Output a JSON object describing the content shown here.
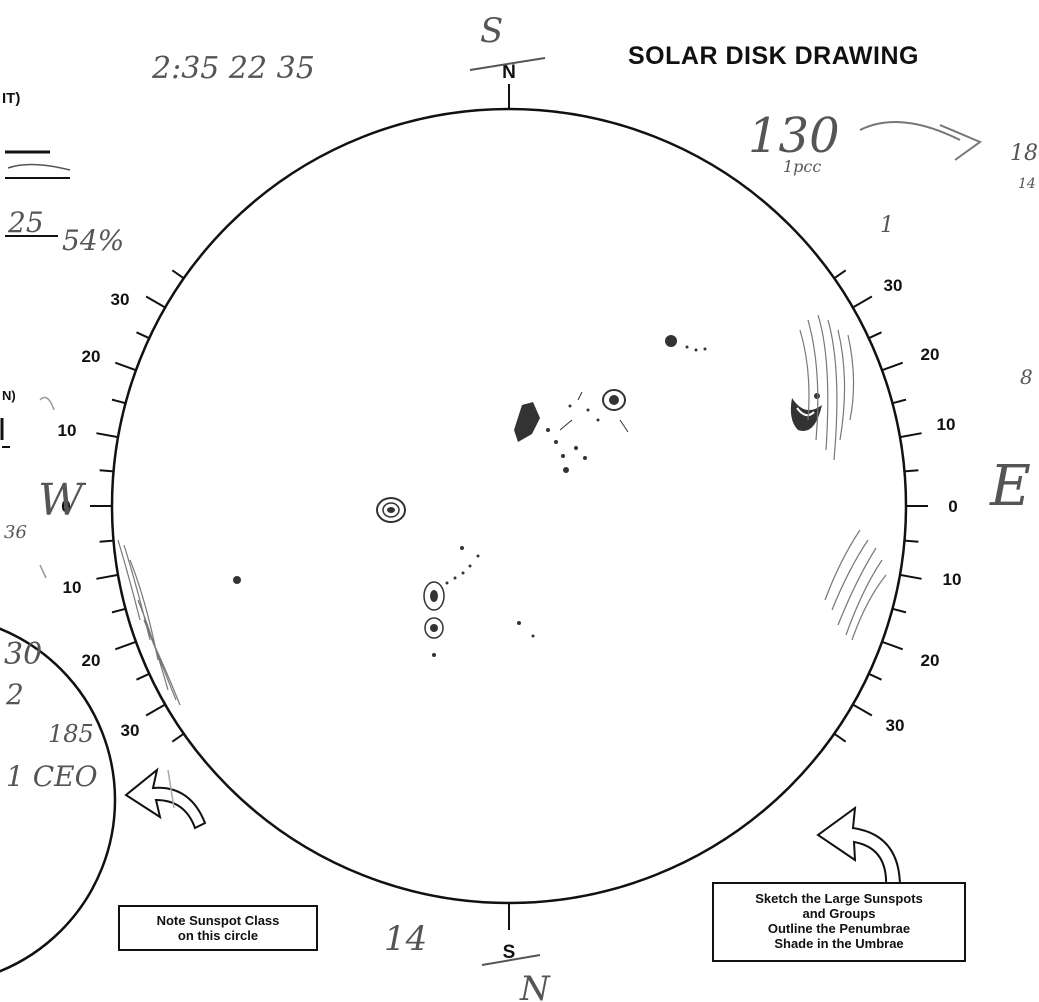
{
  "title": "SOLAR DISK DRAWING",
  "header_fragment": "IT)",
  "left_fragment": "N)",
  "compass": {
    "north": "N",
    "south": "S"
  },
  "latitude_labels": {
    "west": [
      "30",
      "20",
      "10",
      "0",
      "10",
      "20",
      "30"
    ],
    "east": [
      "30",
      "20",
      "10",
      "0",
      "10",
      "20",
      "30"
    ]
  },
  "instruction_boxes": {
    "class_note": [
      "Note Sunspot Class",
      "on this circle"
    ],
    "sketch_note": [
      "Sketch the Large Sunspots",
      "and Groups",
      "Outline the Penumbrae",
      "Shade in the Umbrae"
    ]
  },
  "handwriting": {
    "times": "2:35  22 35",
    "top_s": "S",
    "count": "130",
    "count_note": "1pcc",
    "right_digits": "18",
    "right_fragment": "14",
    "value_a": "25",
    "value_b": "54%",
    "west": "W",
    "east": "E",
    "left_36": "36",
    "left_30": "30",
    "left_2": "2",
    "left_185": "185",
    "left_ceo": "1 CEO",
    "bottom_14": "14",
    "bottom_n": "N",
    "mark_8": "8",
    "mark_1": "1"
  }
}
